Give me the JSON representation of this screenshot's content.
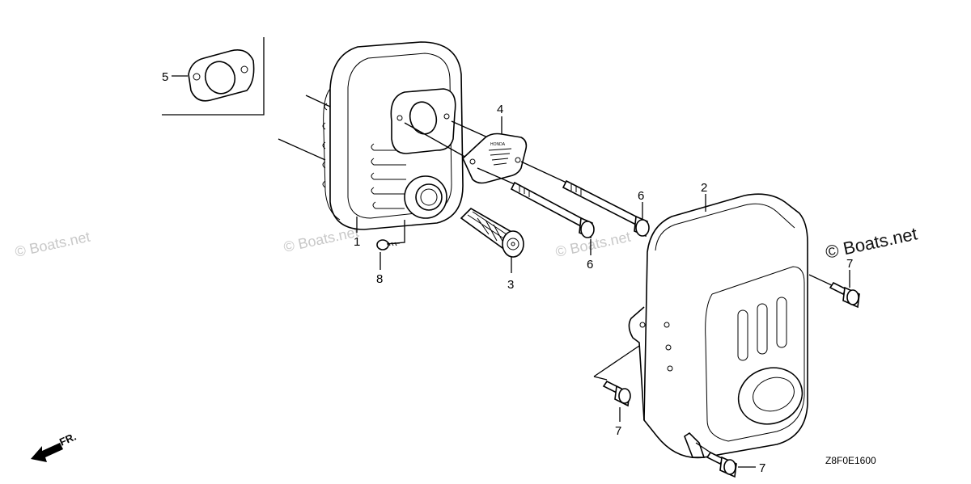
{
  "watermarks": {
    "left": "© Boats.net",
    "center_left": "© Boats.net",
    "center": "© Boats.net",
    "right": "© Boats.net"
  },
  "callouts": {
    "p1": "1",
    "p2": "2",
    "p3": "3",
    "p4": "4",
    "p5": "5",
    "p6a": "6",
    "p6b": "6",
    "p7a": "7",
    "p7b": "7",
    "p7c": "7",
    "p8": "8"
  },
  "front_indicator": "FR.",
  "diagram_code": "Z8F0E1600",
  "heat_shield_logo": "HONDA"
}
